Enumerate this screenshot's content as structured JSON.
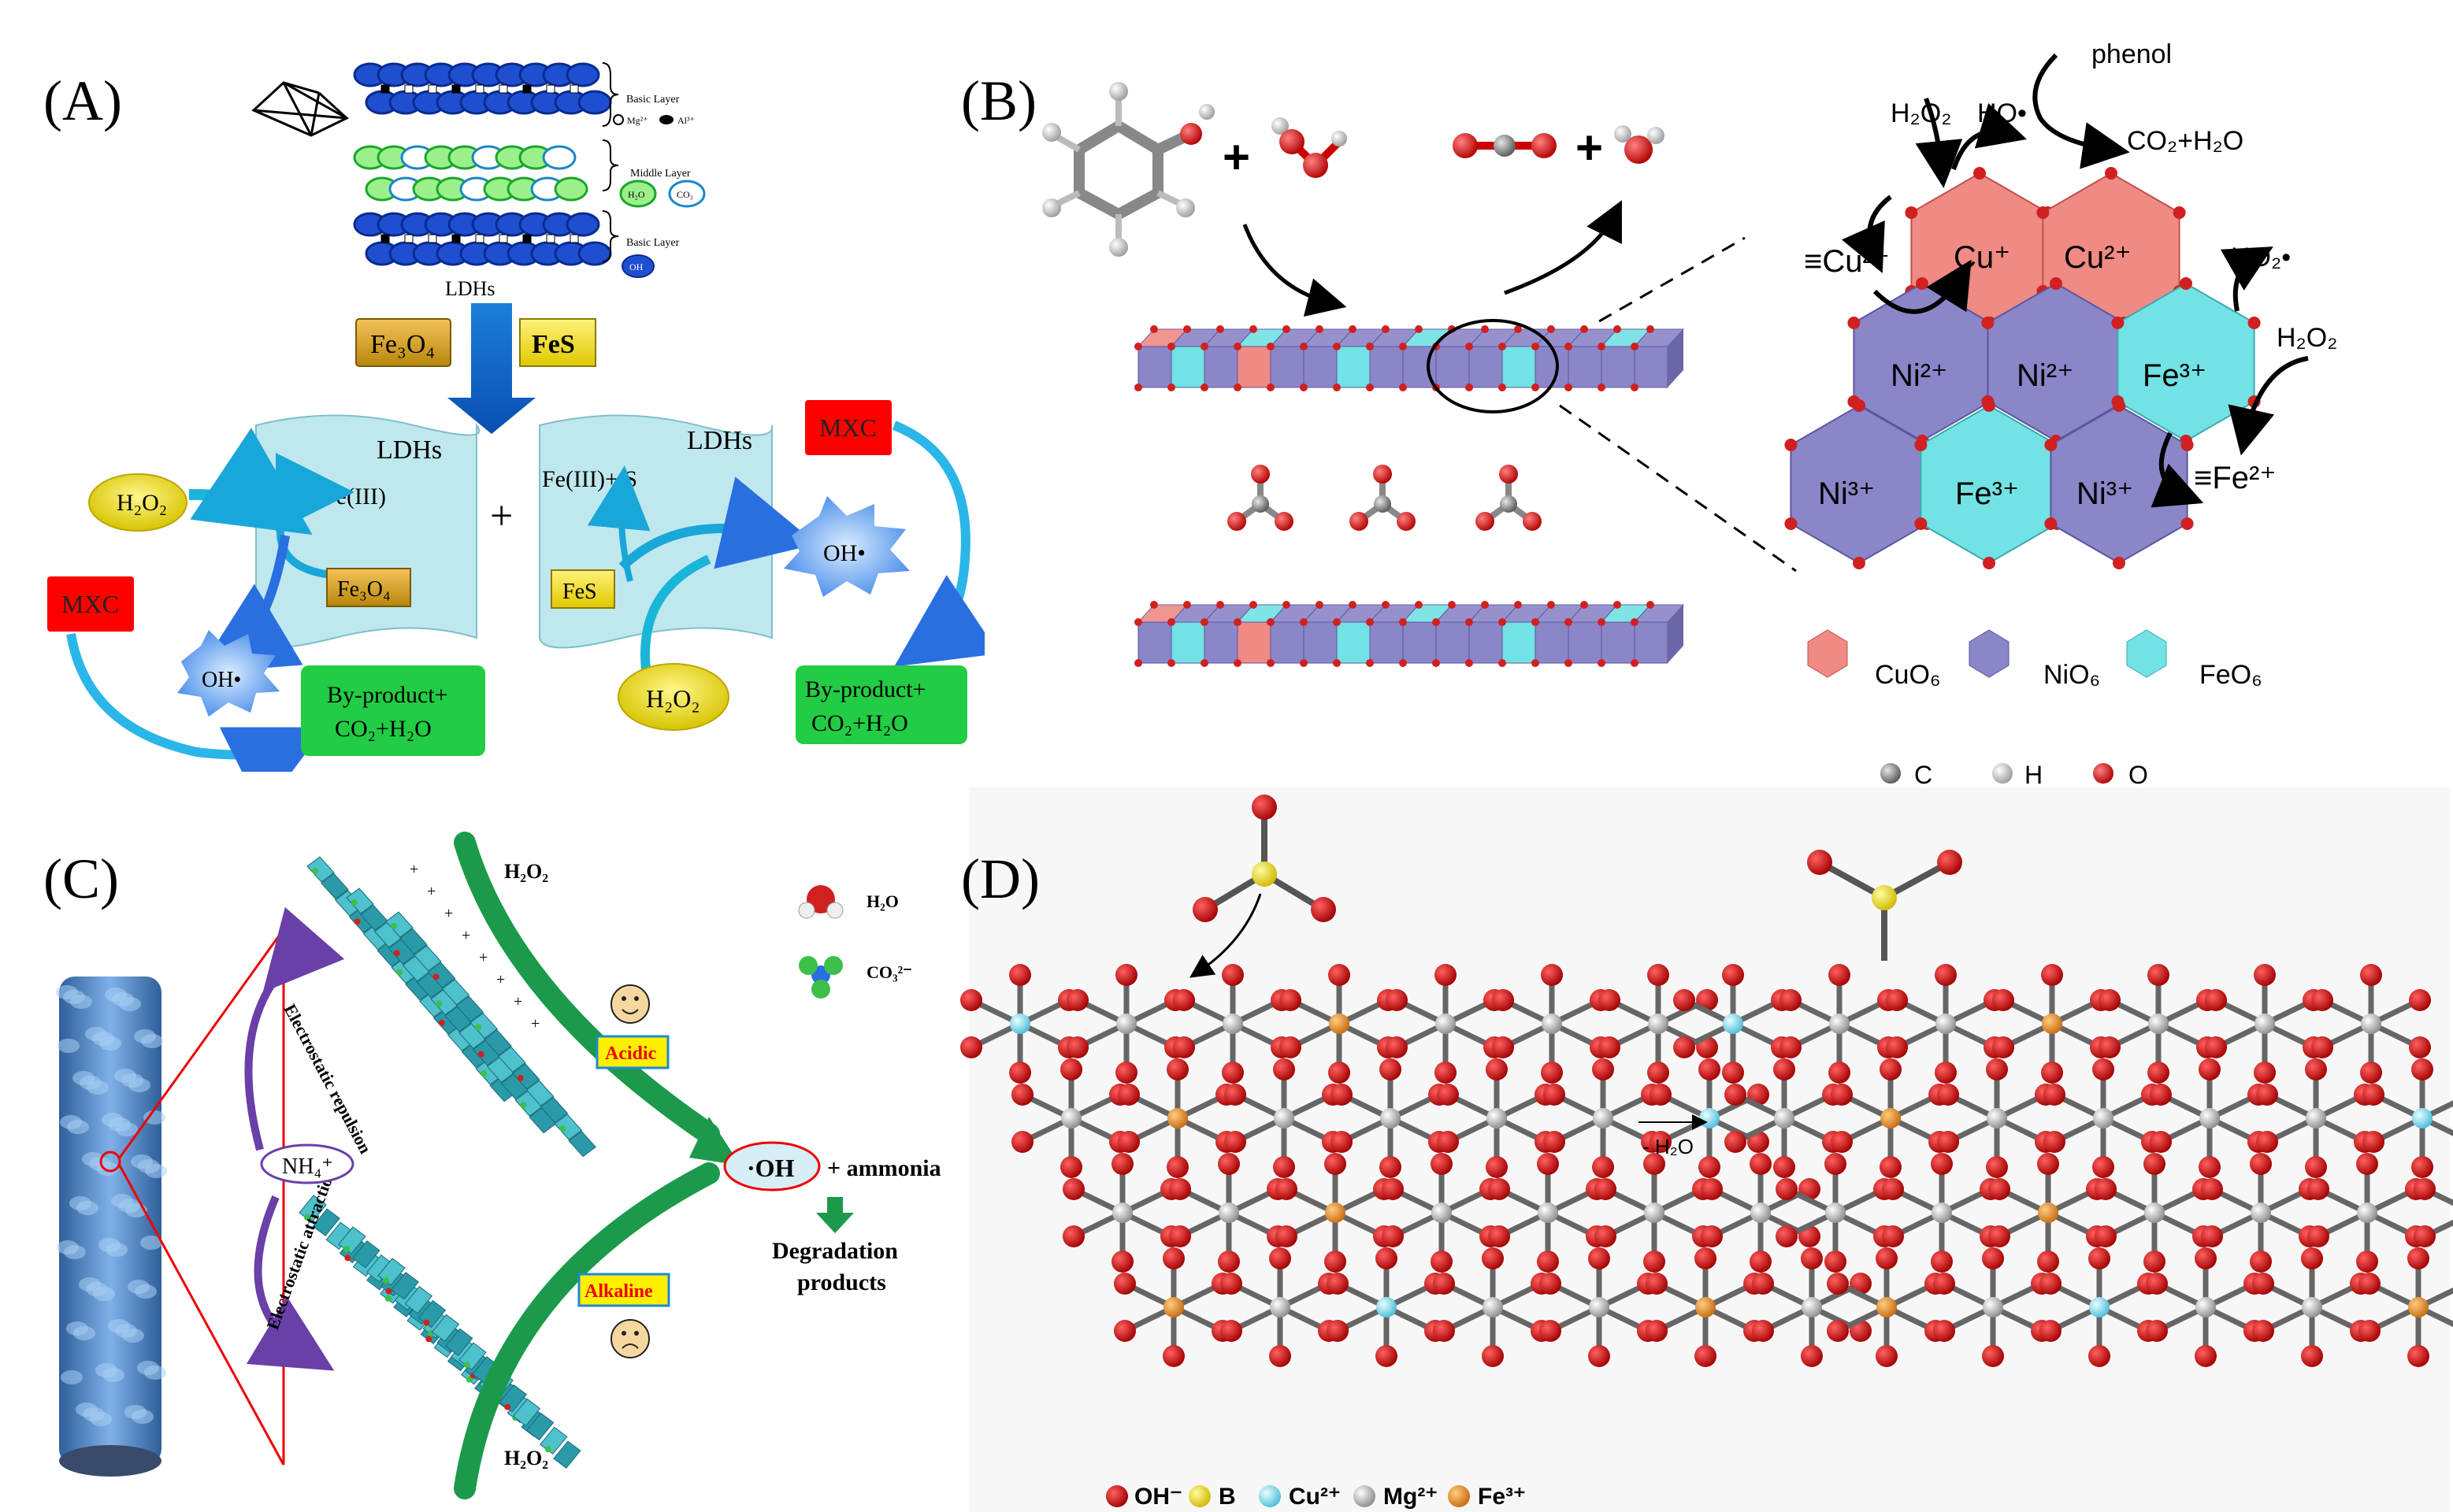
{
  "panel_a": {
    "label": "(A)",
    "basic_layer": "Basic Layer",
    "ions_mg": "Mg²⁺",
    "ions_al": "Al³⁺",
    "middle_layer": "Middle Layer",
    "basic_layer_2": "Basic Layer",
    "layer_top_ball": "OH",
    "middle_h2o": "H₂O",
    "middle_co3": "CO₃",
    "ldhs": "LDHs",
    "fe3o4_tag": "Fe₃O₄",
    "fes_tag": "FeS",
    "ldhs_left": "LDHs",
    "ldhs_right": "LDHs",
    "h2o2_left": "H₂O₂",
    "fe3": "Fe(III)",
    "fe3o4_small": "Fe₃O₄",
    "mxc_left": "MXC",
    "oh_left": "OH•",
    "byproduct_left_1": "By-product+",
    "byproduct_left_2": "CO₂+H₂O",
    "plus": "+",
    "fe3_s": "Fe(III)+ S",
    "fes_small": "FeS",
    "h2o2_right": "H₂O₂",
    "mxc_right": "MXC",
    "oh_right": "OH•",
    "byproduct_right_1": "By-product+",
    "byproduct_right_2": "CO₂+H₂O"
  },
  "panel_b": {
    "label": "(B)",
    "plus1": "+",
    "plus2": "+",
    "h2o2_top": "H₂O₂",
    "ho_radical": "HO•",
    "phenol": "phenol",
    "co2_h2o": "CO₂+H₂O",
    "cu_surface": "≡Cu²⁺",
    "cu_plus": "Cu⁺",
    "cu_2plus": "Cu²⁺",
    "ho2_radical": "HO₂•",
    "h2o2_right": "H₂O₂",
    "ni_2plus_a": "Ni²⁺",
    "ni_2plus_b": "Ni²⁺",
    "fe_3plus_a": "Fe³⁺",
    "ni_3plus_a": "Ni³⁺",
    "fe_3plus_b": "Fe³⁺",
    "ni_3plus_b": "Ni³⁺",
    "fe_surface": "≡Fe²⁺",
    "legend_cuo6": "CuO₆",
    "legend_nio6": "NiO₆",
    "legend_feo6": "FeO₆",
    "legend_c": "C",
    "legend_h": "H",
    "legend_o": "O"
  },
  "panel_c": {
    "label": "(C)",
    "h2o2_top": "H₂O₂",
    "h2o": "H₂O",
    "co3": "CO₃²⁻",
    "acidic": "Acidic",
    "electrostatic_repulsion": "Electrostatic repulsion",
    "electrostatic_attraction": "Electrostatic attraction",
    "nh4": "NH₄⁺",
    "oh_radical": "·OH",
    "plus_ammonia": "+ ammonia",
    "degradation_1": "Degradation",
    "degradation_2": "products",
    "alkaline": "Alkaline",
    "h2o2_bottom": "H₂O₂"
  },
  "panel_d": {
    "label": "(D)",
    "minus_water": "- H₂O",
    "legend_oh": "OH⁻",
    "legend_b": "B",
    "legend_cu": "Cu²⁺",
    "legend_mg": "Mg²⁺",
    "legend_fe": "Fe³⁺"
  },
  "colors": {
    "ldh_blue": "#1f4fd1",
    "green_box": "#22cc44",
    "mxc_red": "#ff0000",
    "h2o2_yellow": "#e8d800",
    "cu_pink": "#f08a84",
    "ni_purple": "#8b86c8",
    "fe_cyan": "#72e2e4",
    "o_red": "#d02020",
    "b_yellow": "#f2e000",
    "cu_cyan": "#8fdcec",
    "mg_grey": "#bdbdbd",
    "fe_orange": "#e8902c",
    "green_arrow": "#1a9a4a",
    "purple_arrow": "#6a3fa8"
  }
}
